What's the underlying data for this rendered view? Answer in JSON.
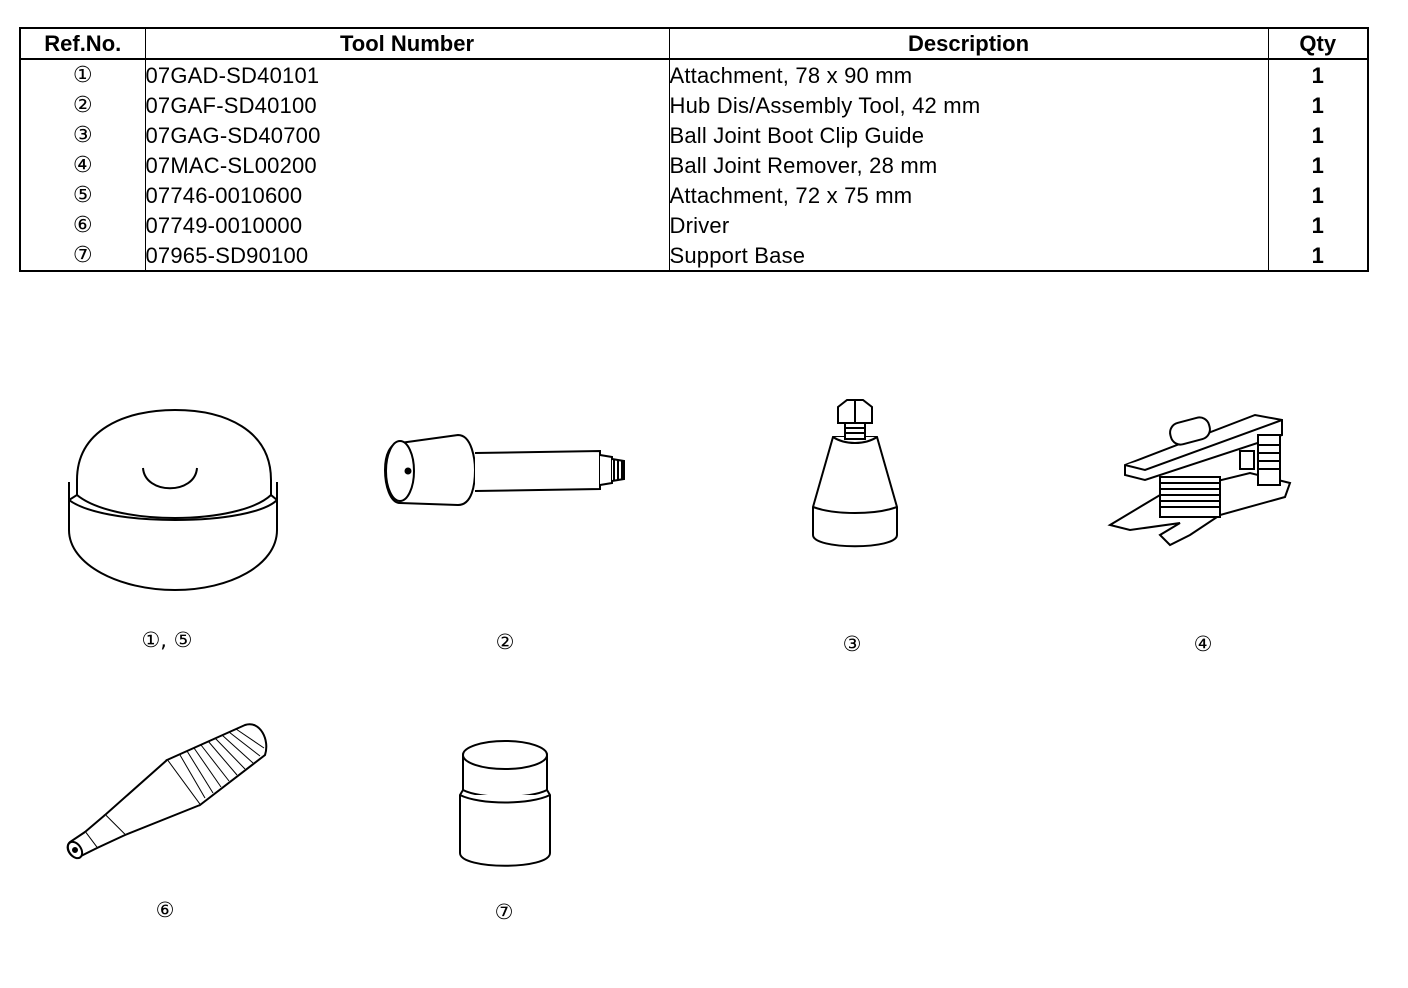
{
  "table": {
    "headers": {
      "ref": "Ref.No.",
      "tool_number": "Tool Number",
      "description": "Description",
      "qty": "Qty"
    },
    "rows": [
      {
        "ref": "①",
        "tool_number": "07GAD-SD40101",
        "description": "Attachment, 78 x 90 mm",
        "qty": "1"
      },
      {
        "ref": "②",
        "tool_number": "07GAF-SD40100",
        "description": "Hub Dis/Assembly Tool, 42 mm",
        "qty": "1"
      },
      {
        "ref": "③",
        "tool_number": "07GAG-SD40700",
        "description": "Ball Joint Boot Clip Guide",
        "qty": "1"
      },
      {
        "ref": "④",
        "tool_number": "07MAC-SL00200",
        "description": "Ball Joint Remover, 28 mm",
        "qty": "1"
      },
      {
        "ref": "⑤",
        "tool_number": "07746-0010600",
        "description": "Attachment, 72 x 75 mm",
        "qty": "1"
      },
      {
        "ref": "⑥",
        "tool_number": "07749-0010000",
        "description": "Driver",
        "qty": "1"
      },
      {
        "ref": "⑦",
        "tool_number": "07965-SD90100",
        "description": "Support Base",
        "qty": "1"
      }
    ]
  },
  "figures": {
    "attachment": {
      "caption": "①, ⑤"
    },
    "hub_tool": {
      "caption": "②"
    },
    "clip_guide": {
      "caption": "③"
    },
    "ball_joint_remover": {
      "caption": "④"
    },
    "driver": {
      "caption": "⑥"
    },
    "support_base": {
      "caption": "⑦"
    }
  }
}
